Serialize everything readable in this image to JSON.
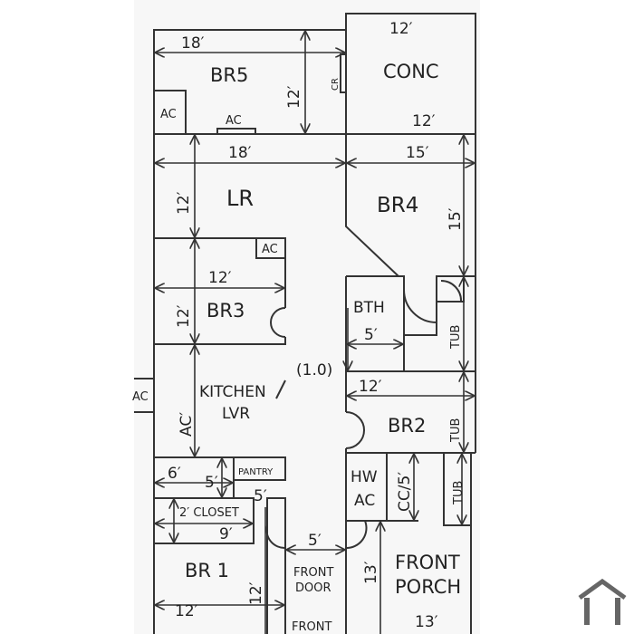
{
  "rooms": {
    "br5": "BR5",
    "conc": "CONC",
    "lr": "LR",
    "br4": "BR4",
    "br3": "BR3",
    "bth": "BTH",
    "br2": "BR2",
    "kitchen": "KITCHEN",
    "lvr": "LVR",
    "br1": "BR 1",
    "pantry": "PANTRY",
    "closet": "2′ CLOSET",
    "hw": "HW",
    "hw_ac": "AC",
    "front_door_1": "FRONT",
    "front_door_2": "DOOR",
    "front_porch_1": "FRONT",
    "front_porch_2": "PORCH",
    "front_bottom": "FRONT",
    "center_label": "(1.0)"
  },
  "labels": {
    "ac_br5_box": "AC",
    "ac_br5_vent": "AC",
    "cr": "CR",
    "ac_lr": "AC",
    "ac_outside": "AC",
    "tub_1": "TUB",
    "tub_2": "TUB",
    "tub_3": "TUB"
  },
  "dimensions": {
    "br5_width": "18′",
    "br5_height": "12′",
    "conc_top": "12′",
    "conc_bottom": "12′",
    "lr_width": "18′",
    "br4_width": "15′",
    "lr_height": "12′",
    "br4_height": "15′",
    "br3_width": "12′",
    "br3_height": "12′",
    "bth_width": "5′",
    "br2_width": "12′",
    "kitchen_height": "AC′",
    "pantry_6": "6′",
    "pantry_5": "5′",
    "pantry_5b": "5′",
    "closet_9": "9′",
    "cc": "CC/5′",
    "hall_5": "5′",
    "porch_13v": "13′",
    "br1_12v": "12′",
    "br1_width": "12′",
    "porch_13h": "13′"
  },
  "colors": {
    "line": "#333333",
    "logo": "#666666",
    "plan_bg": "#f7f7f7"
  }
}
